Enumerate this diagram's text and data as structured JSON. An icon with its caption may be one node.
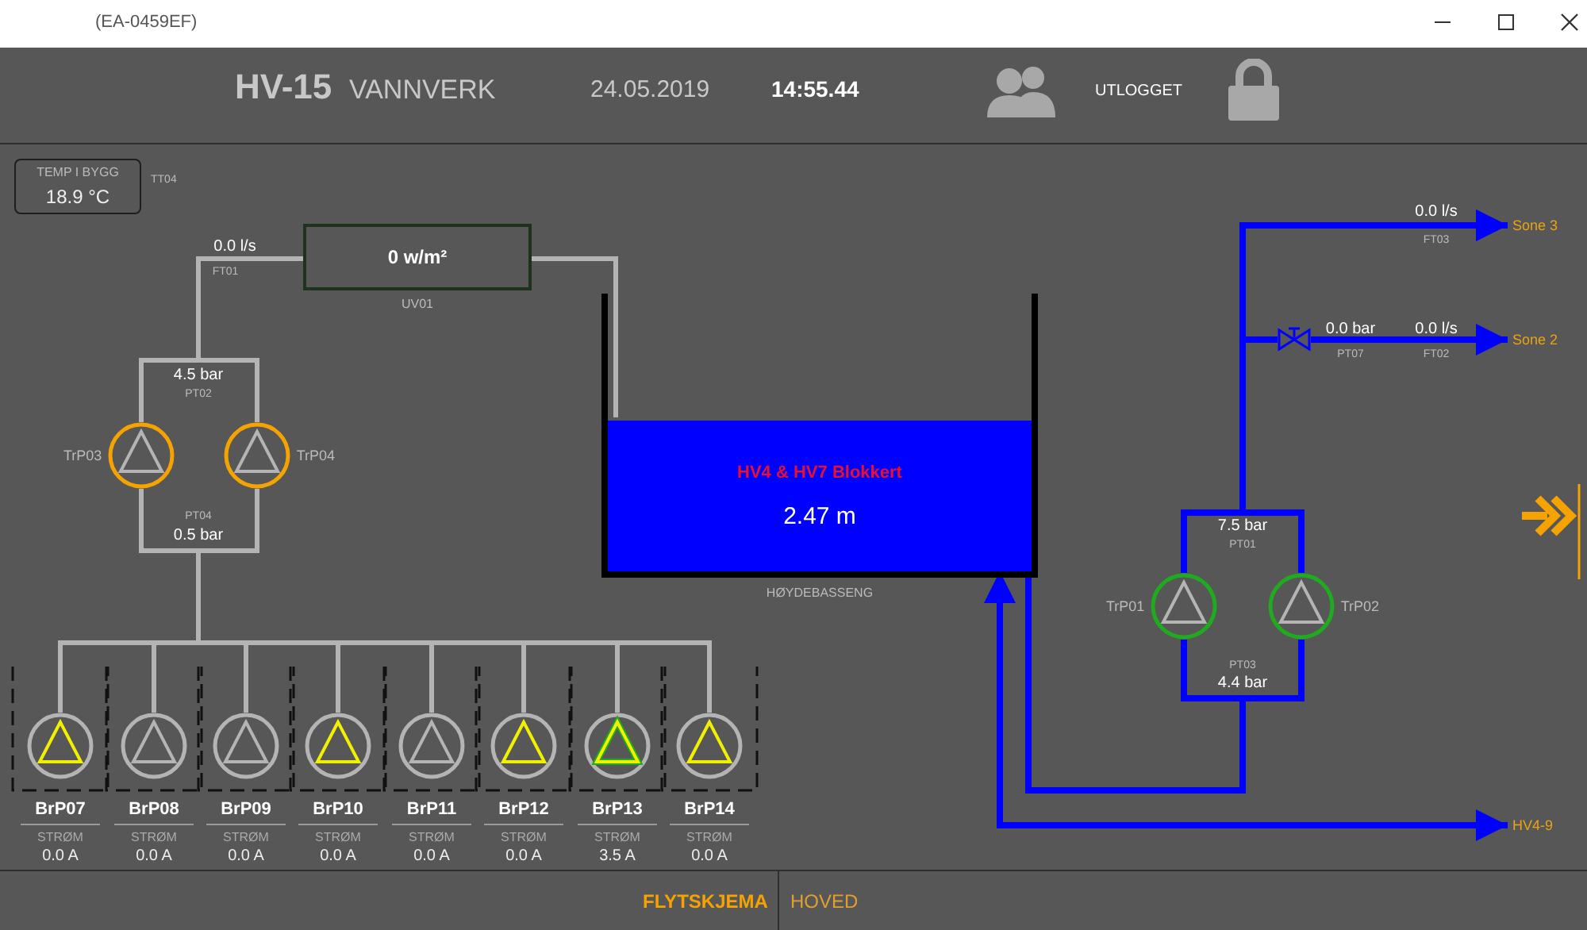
{
  "diagram": {
    "nodes": [
      {
        "text": [
          "TEMP I BYGG",
          "18.9 °C"
        ],
        "beside": [
          "TT04"
        ]
      },
      {
        "text": [
          "0 w/m²"
        ],
        "beside": [
          "UV01"
        ]
      },
      {
        "text": [],
        "shape": "circle",
        "beside": [
          "TrP03"
        ]
      },
      {
        "text": [],
        "shape": "circle",
        "beside": [
          "TrP04"
        ]
      },
      {
        "text": [
          "HV4 & HV7 Blokkert",
          "2.47 m"
        ],
        "beside": [
          "HØYDEBASSENG"
        ]
      },
      {
        "text": [],
        "shape": "circle",
        "beside": [
          "BrP07",
          "STRØM",
          "0.0 A"
        ]
      },
      {
        "text": [],
        "shape": "circle",
        "beside": [
          "BrP08",
          "STRØM",
          "0.0 A"
        ]
      },
      {
        "text": [],
        "shape": "circle",
        "beside": [
          "BrP09",
          "STRØM",
          "0.0 A"
        ]
      },
      {
        "text": [],
        "shape": "circle",
        "beside": [
          "BrP10",
          "STRØM",
          "0.0 A"
        ]
      },
      {
        "text": [],
        "shape": "circle",
        "beside": [
          "BrP11",
          "STRØM",
          "0.0 A"
        ]
      },
      {
        "text": [],
        "shape": "circle",
        "beside": [
          "BrP12",
          "STRØM",
          "0.0 A"
        ]
      },
      {
        "text": [],
        "shape": "circle",
        "beside": [
          "BrP13",
          "STRØM",
          "3.5 A"
        ]
      },
      {
        "text": [],
        "shape": "circle",
        "beside": [
          "BrP14",
          "STRØM",
          "0.0 A"
        ]
      },
      {
        "text": [],
        "shape": "circle",
        "beside": [
          "TrP01"
        ]
      },
      {
        "text": [],
        "shape": "circle",
        "beside": [
          "TrP02"
        ]
      },
      {
        "text": [],
        "shape": "valve"
      },
      {
        "text": [
          "Sone 3"
        ]
      },
      {
        "text": [
          "Sone 2"
        ]
      },
      {
        "text": [
          "HV4-9"
        ]
      }
    ],
    "edges": [
      {
        "from": 5,
        "to": 2,
        "arrow": "none"
      },
      {
        "from": 5,
        "to": 3,
        "arrow": "none"
      },
      {
        "from": 6,
        "to": 2,
        "arrow": "none"
      },
      {
        "from": 6,
        "to": 3,
        "arrow": "none"
      },
      {
        "from": 7,
        "to": 2,
        "arrow": "none"
      },
      {
        "from": 7,
        "to": 3,
        "arrow": "none"
      },
      {
        "from": 8,
        "to": 2,
        "arrow": "none"
      },
      {
        "from": 8,
        "to": 3,
        "arrow": "none"
      },
      {
        "from": 9,
        "to": 2,
        "arrow": "none"
      },
      {
        "from": 9,
        "to": 3,
        "arrow": "none"
      },
      {
        "from": 10,
        "to": 2,
        "arrow": "none"
      },
      {
        "from": 10,
        "to": 3,
        "arrow": "none"
      },
      {
        "from": 11,
        "to": 2,
        "arrow": "none"
      },
      {
        "from": 11,
        "to": 3,
        "arrow": "none"
      },
      {
        "from": 12,
        "to": 2,
        "arrow": "none"
      },
      {
        "from": 12,
        "to": 3,
        "arrow": "none"
      },
      {
        "from": 2,
        "to": 1,
        "arrow": "none"
      },
      {
        "from": 3,
        "to": 1,
        "arrow": "none"
      },
      {
        "from": 1,
        "to": 4,
        "arrow": "none"
      },
      {
        "from": 4,
        "to": 13,
        "arrow": "none",
        "color": "#0000ff"
      },
      {
        "from": 4,
        "to": 14,
        "arrow": "none",
        "color": "#0000ff"
      },
      {
        "from": 13,
        "to": 15,
        "arrow": "none",
        "color": "#0000ff"
      },
      {
        "from": 14,
        "to": 15,
        "arrow": "none",
        "color": "#0000ff"
      },
      {
        "from": 13,
        "to": 16,
        "arrow": "to",
        "color": "#0000ff"
      },
      {
        "from": 14,
        "to": 16,
        "arrow": "to",
        "color": "#0000ff"
      },
      {
        "from": 15,
        "to": 17,
        "arrow": "to",
        "color": "#0000ff"
      },
      {
        "from": 4,
        "to": 18,
        "arrow": "both",
        "color": "#0000ff"
      }
    ],
    "labels": [
      "(EA-0459EF)",
      "HV-15",
      "VANNVERK",
      "24.05.2019",
      "14:55.44",
      "UTLOGGET",
      "0.0 l/s",
      "FT01",
      "4.5 bar",
      "PT02",
      "PT04",
      "0.5 bar",
      "0.0 l/s",
      "FT03",
      "0.0 bar",
      "PT07",
      "0.0 l/s",
      "FT02",
      "7.5 bar",
      "PT01",
      "PT03",
      "4.4 bar",
      "FLYTSKJEMA",
      "HOVED"
    ]
  }
}
